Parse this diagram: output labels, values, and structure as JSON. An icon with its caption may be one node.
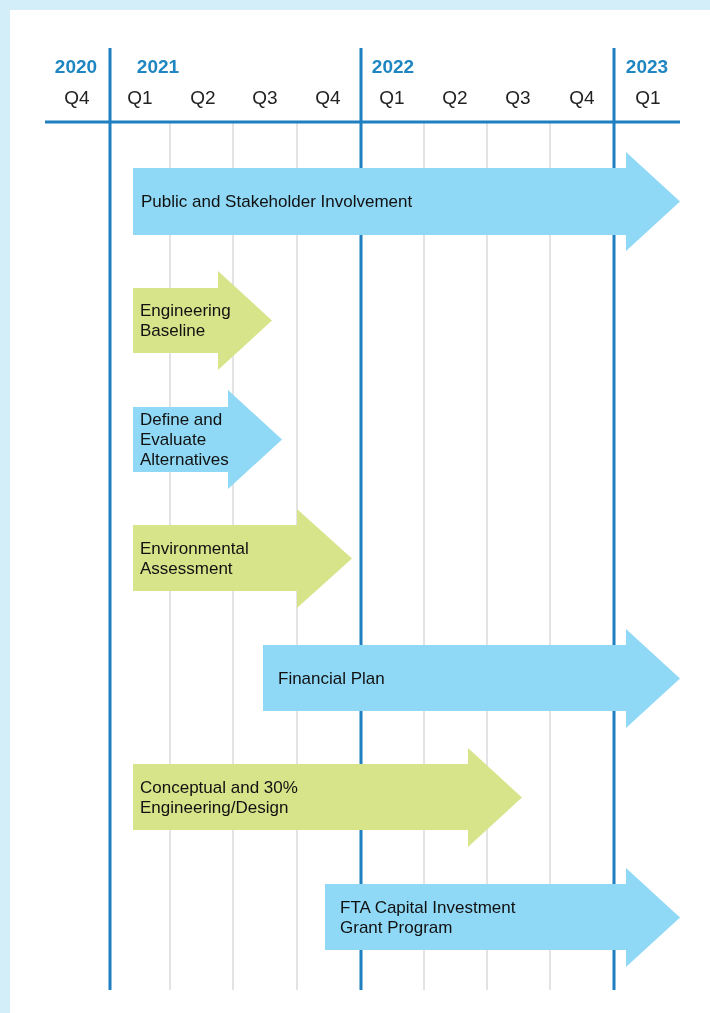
{
  "diagram": {
    "nodes": [
      {
        "text": [
          "Public and Stakeholder Involvement"
        ]
      },
      {
        "text": [
          "Engineering Baseline"
        ]
      },
      {
        "text": [
          "Define and Evaluate Alternatives"
        ]
      },
      {
        "text": [
          "Environmental Assessment"
        ]
      },
      {
        "text": [
          "Financial Plan"
        ]
      },
      {
        "text": [
          "Conceptual and 30% Engineering/Design"
        ]
      },
      {
        "text": [
          "FTA Capital Investment Grant Program"
        ]
      }
    ],
    "labels": [
      "2020",
      "2021",
      "2022",
      "2023",
      "Q4",
      "Q1",
      "Q2",
      "Q3",
      "Q4",
      "Q1",
      "Q2",
      "Q3",
      "Q4",
      "Q1"
    ]
  }
}
